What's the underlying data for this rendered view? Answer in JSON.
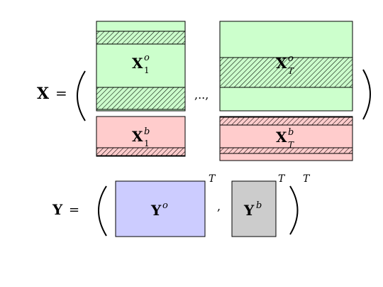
{
  "equation_x": {
    "lhs": "X",
    "equals": "=",
    "ellipsis": ",..,",
    "block_1_observed": {
      "symbol": "X",
      "superscript": "o",
      "subscript": "1"
    },
    "block_1_background": {
      "symbol": "X",
      "superscript": "b",
      "subscript": "1"
    },
    "block_t_observed": {
      "symbol": "X",
      "superscript": "o",
      "subscript": "T"
    },
    "block_t_background": {
      "symbol": "X",
      "superscript": "b",
      "subscript": "T"
    }
  },
  "equation_y": {
    "lhs": "Y",
    "equals": "=",
    "comma": ",",
    "block_observed": {
      "symbol": "Y",
      "superscript": "o",
      "transpose": "T"
    },
    "block_background": {
      "symbol": "Y",
      "superscript": "b",
      "transpose": "T"
    },
    "outer_transpose": "T"
  },
  "colors": {
    "observed_fill": "#ccffcc",
    "background_fill": "#ffcccc",
    "y_observed_fill": "#ccccff",
    "y_background_fill": "#cccccc",
    "stroke": "#000000"
  }
}
